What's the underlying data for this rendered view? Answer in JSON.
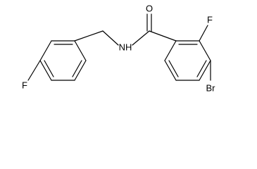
{
  "molecule": {
    "atoms": {
      "oxygen": "O",
      "nitrogen_hydrogen": "NH",
      "fluorine_ring_right": "F",
      "fluorine_ring_left": "F",
      "bromine": "Br"
    }
  },
  "colors": {
    "bond": "#000000",
    "label": "#000000",
    "background": "#ffffff"
  }
}
